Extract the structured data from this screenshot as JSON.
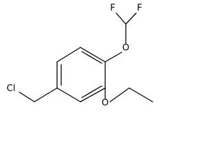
{
  "molecule": {
    "atoms": {
      "F1": "F",
      "F2": "F",
      "O_difluoromethoxy": "O",
      "O_ethoxy": "O",
      "Cl": "Cl"
    },
    "colors": {
      "bond": "#000000",
      "label": "#000000",
      "background": "#ffffff"
    }
  }
}
